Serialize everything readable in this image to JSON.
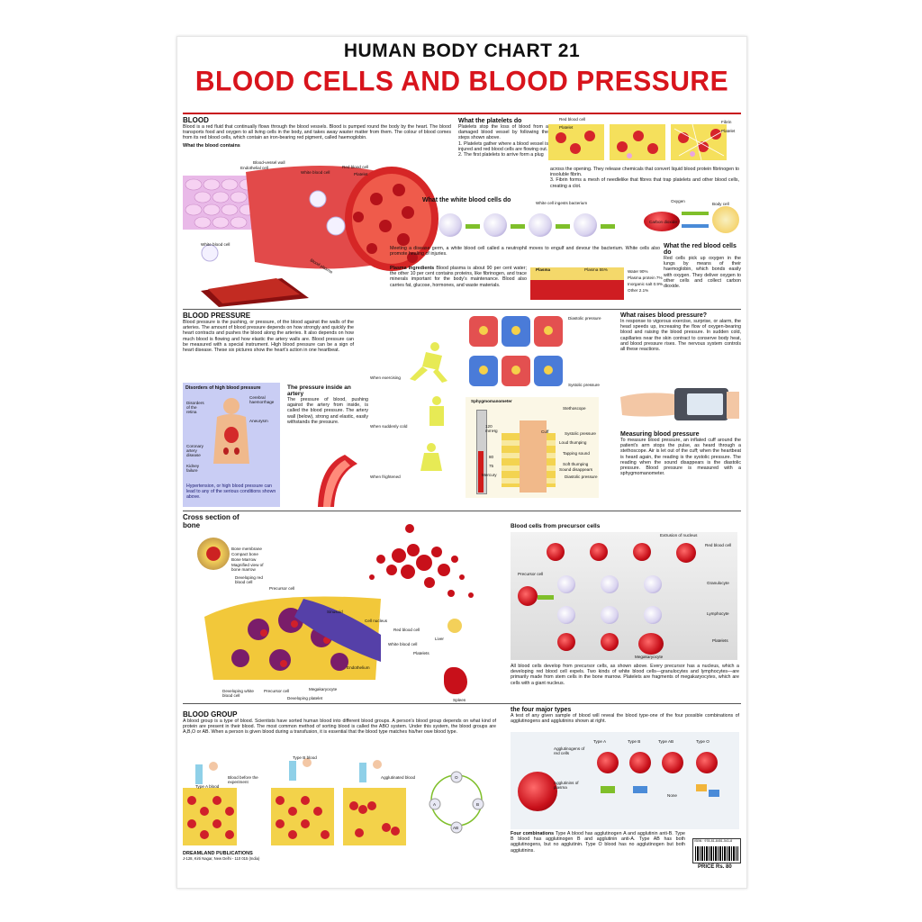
{
  "titles": {
    "chart": "HUMAN BODY CHART 21",
    "main": "BLOOD CELLS AND BLOOD PRESSURE"
  },
  "blood": {
    "heading": "BLOOD",
    "text": "Blood is a red fluid that continually flows through the blood vessels. Blood is pumped round the body by the heart. The blood transports food and oxygen to all living cells in the body, and takes away waster matter from them. The colour of blood comes from its red blood cells, which contain an iron-bearing red pigment, called haemoglobin.",
    "contains_label": "What the blood contains",
    "labels": {
      "vessel_wall": "Blood-vessel wall",
      "endothelial": "Endothelial cell",
      "wbc": "White blood cell",
      "rbc": "Red blood cell",
      "platelet": "Platelet",
      "wbc2": "White blood cell",
      "plasma": "Blood plasma"
    }
  },
  "platelets": {
    "heading": "What the platelets do",
    "intro": "Platelets stop the loss of blood from a damaged blood vessel by following the steps shown above.",
    "step1": "1. Platelets gather where a blood vessel is injured and red blood cells are flowing out.",
    "step2": "2. The first platelets to arrive form a plug",
    "cont": "across the opening. They release chemicals that convert liquid blood protein fibrinogen to insoluble fibrin.",
    "step3": "3. Fibrin forms a mesh of needlelike that fibres that trap platelets and other blood cells, creating a clot.",
    "labels": {
      "rbc": "Red blood cell",
      "platelet": "Platelet",
      "fibrin": "Fibrin",
      "platelet2": "Platelet"
    }
  },
  "white_cells": {
    "heading": "What the white blood cells do",
    "ingests": "White cell ingests bacterium",
    "text": "Meeting a disease germ, a white blood cell called a neutrophil moves to engulf and devour the bacterium. White cells also promote healing of injuries."
  },
  "red_cells": {
    "heading": "What the red blood cells do",
    "labels": {
      "oxygen": "Oxygen",
      "body_cell": "Body cell",
      "co2": "Carbon dioxide"
    },
    "text": "Red cells pick up oxygen in the lungs by means of their haemoglobin, which bonds easily with oxygen. They deliver oxygen to other cells and collect carbon dioxide."
  },
  "plasma": {
    "heading": "Plasma ingredients",
    "text": "Blood plasma is about 90 per cent water; the other 10 per cent contains proteins, like fibrinogen, and trace minerals important for the body's maintenance. Blood also carries fat, glucose, hormones, and waste materials.",
    "labels": {
      "plasma": "Plasma",
      "plasma_pct": "Plasma 55%",
      "water": "Water 90%",
      "protein": "Plasma protein 7%",
      "salt": "Inorganic salt 0.9%",
      "other": "Other 2.1%"
    }
  },
  "bp": {
    "heading": "BLOOD PRESSURE",
    "text": "Blood pressure is the pushing, or pressure, of the blood against the walls of the arteries. The amount of blood pressure depends on how strongly and quickly the heart contracts and pushes the blood along the arteries. It also depends on how much blood is flowing and how elastic the artery walls are. Blood pressure can be measured with a special instrument. High blood pressure can be a sign of heart disease. These six pictures show the heart's action in one heartbeat.",
    "disorders_heading": "Disorders of high blood pressure",
    "disorders_labels": {
      "retina": "Disorders of the retina",
      "cerebral": "Cerebral haemorrhage",
      "aneurysm": "Aneurysm",
      "coronary": "Coronary artery disease",
      "kidney": "Kidney failure"
    },
    "disorders_text": "Hypertension, or high blood pressure can lead to any of the serious conditions shown above.",
    "artery_heading": "The pressure inside an artery",
    "artery_text": "The pressure of blood, pushing against the artery from inside, is called the blood pressure. The artery wall (below), strong and elastic, easily withstands the pressure.",
    "diastolic": "Diastolic pressure",
    "systolic": "Systolic pressure",
    "exercising": "When exercising",
    "cold": "When suddenly cold",
    "frightened": "When frightened"
  },
  "raises": {
    "heading": "What raises blood pressure?",
    "text": "In response to vigorous exercise, surprise, or alarm, the head speeds up, increasing the flow of oxygen-bearing blood and raising the blood pressure. In sudden cold, capillaries near the skin contract to conserve body heat, and blood pressure rises. The nervous system controls all these reactions."
  },
  "sphyg": {
    "title": "Sphygmomanometer",
    "labels": {
      "stethoscope": "Stethoscope",
      "cuff": "Cuff",
      "systolic": "Systolic pressure",
      "loud": "Loud thumping",
      "tapping": "Tapping sound",
      "soft": "Soft thumping",
      "disappears": "Sound disappears",
      "diastolic": "Diastolic pressure",
      "mmhg": "120 mmHg",
      "v80": "80",
      "v75": "75",
      "mercury": "Mercury"
    }
  },
  "measuring": {
    "heading": "Measuring blood pressure",
    "text": "To measure blood pressure, an inflated cuff around the patient's arm stops the pulse, as heard through a stethoscope. Air is let out of the cuff; when the heartbeat is heard again, the reading is the systolic pressure. The reading when the sound disappears is the diastolic pressure. Blood pressure is measured with a sphygmomanometer."
  },
  "bone": {
    "heading": "Cross section of bone",
    "labels": {
      "membrane": "Bone membrane",
      "compact": "Compact bone",
      "marrow": "Bone Marrow",
      "magnified": "Magnified view of bone marrow",
      "developing_rbc": "Developing red blood cell",
      "precursor": "Precursor cell",
      "sinusoid": "Sinusoid",
      "nucleus": "Cell nucleus",
      "rbc": "Red blood cell",
      "liver": "Liver",
      "wbc": "White blood cell",
      "platelets": "Platelets",
      "endothelium": "Endothelium",
      "dev_wbc": "Developing white blood cell",
      "precursor2": "Precursor cell",
      "mega": "Megakaryocyte",
      "dev_platelet": "Developing platelet",
      "spleen": "Spleen"
    }
  },
  "precursor": {
    "heading": "Blood cells from precursor cells",
    "labels": {
      "extrusion": "Extrusion of nucleus",
      "rbc": "Red blood cell",
      "precursor": "Precursor cell",
      "granulocyte": "Granulocyte",
      "lymphocyte": "Lymphocyte",
      "platelets": "Platelets",
      "mega": "Megakaryocyte"
    },
    "text": "All blood cells develop from precursor cells, as shown above. Every precursor has a nucleus, which a developing red blood cell expels. Two kinds of white blood cells—granulocytes and lymphocytes—are primarily made from stem cells in the bone marrow. Platelets are fragments of megakaryocytes, which are cells with a giant nucleus."
  },
  "group": {
    "heading": "BLOOD GROUP",
    "text": "A blood group is a type of blood. Scientists have sorted human blood into different blood groups. A person's blood group depends on what kind of protein are present in their blood. The most common method of sorting blood is called the ABO system. Under this system, the blood groups are A,B,O or AB. When a person is given blood during a transfusion, it is essential that the blood type matches his/her owe blood type.",
    "labels": {
      "type_b": "Type B blood",
      "type_a": "Type A blood",
      "before": "Blood before the experiment",
      "agglutinated": "Agglutinated blood",
      "o": "O",
      "a": "A",
      "b": "B",
      "ab": "AB"
    }
  },
  "four": {
    "heading": "the four major types",
    "intro": "A test of any given sample of blood will reveal the blood type-one of the four possible combinations of agglutinogens and agglutinins shown at right.",
    "types": [
      "Type A",
      "Type B",
      "Type AB",
      "Type O"
    ],
    "agglutinogens": "Agglutinogens of red cells",
    "agglutinins": "Agglutinins of plasma",
    "none": "None",
    "combos_heading": "Four combinations",
    "combos_text": "Type A blood has agglutinogen A and agglutinin anti-B. Type B blood has agglutinogen B and agglutinin anti-A. Type AB has both agglutinogens, but no agglutinin. Type O blood has no agglutinogen but both agglutinins."
  },
  "footer": {
    "publisher": "DREAMLAND PUBLICATIONS",
    "address": "J-128, Kirti Nagar, New Delhi - 110 015 (India)",
    "isbn": "ISBN : 978-81-8451-541-8",
    "price": "PRICE Rs. 80"
  },
  "colors": {
    "title_red": "#d8141c",
    "accent_green": "#7fbf2a",
    "disorders_bg": "#c9cdf4"
  }
}
